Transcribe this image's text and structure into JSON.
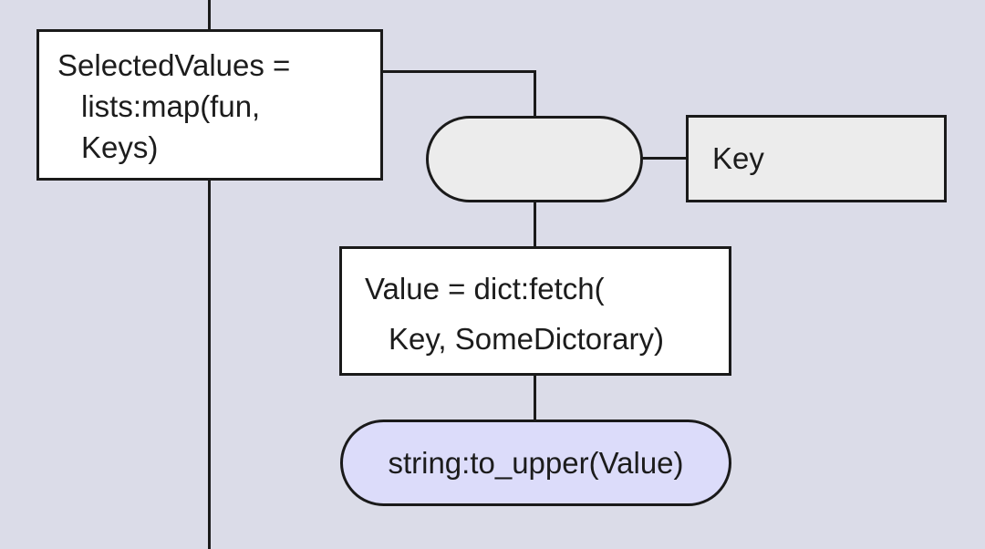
{
  "diagram": {
    "colors": {
      "background": "#dbdce8",
      "node_white": "#ffffff",
      "node_gray": "#ececec",
      "node_lavender": "#dcdcfa",
      "stroke": "#1a1a1a"
    },
    "nodes": {
      "selected_values": {
        "type": "process-rect",
        "lines": [
          "SelectedValues =",
          "lists:map(fun,",
          "Keys)"
        ]
      },
      "anonymous_pill": {
        "type": "pill",
        "label": ""
      },
      "key": {
        "type": "data-rect",
        "label": "Key"
      },
      "value_fetch": {
        "type": "process-rect",
        "lines": [
          "Value = dict:fetch(",
          "Key, SomeDictorary)"
        ]
      },
      "to_upper": {
        "type": "pill",
        "label": "string:to_upper(Value)"
      }
    }
  }
}
